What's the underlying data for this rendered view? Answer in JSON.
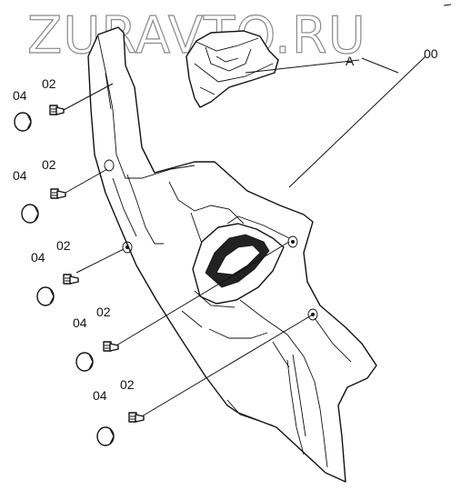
{
  "watermark": "ZURAVTO.RU",
  "labels": {
    "assembly": "00",
    "section": "A",
    "bolt": "02",
    "cap": "04"
  },
  "colors": {
    "line": "#111111",
    "watermark_outline": "#8a8a8a",
    "background": "#ffffff"
  }
}
